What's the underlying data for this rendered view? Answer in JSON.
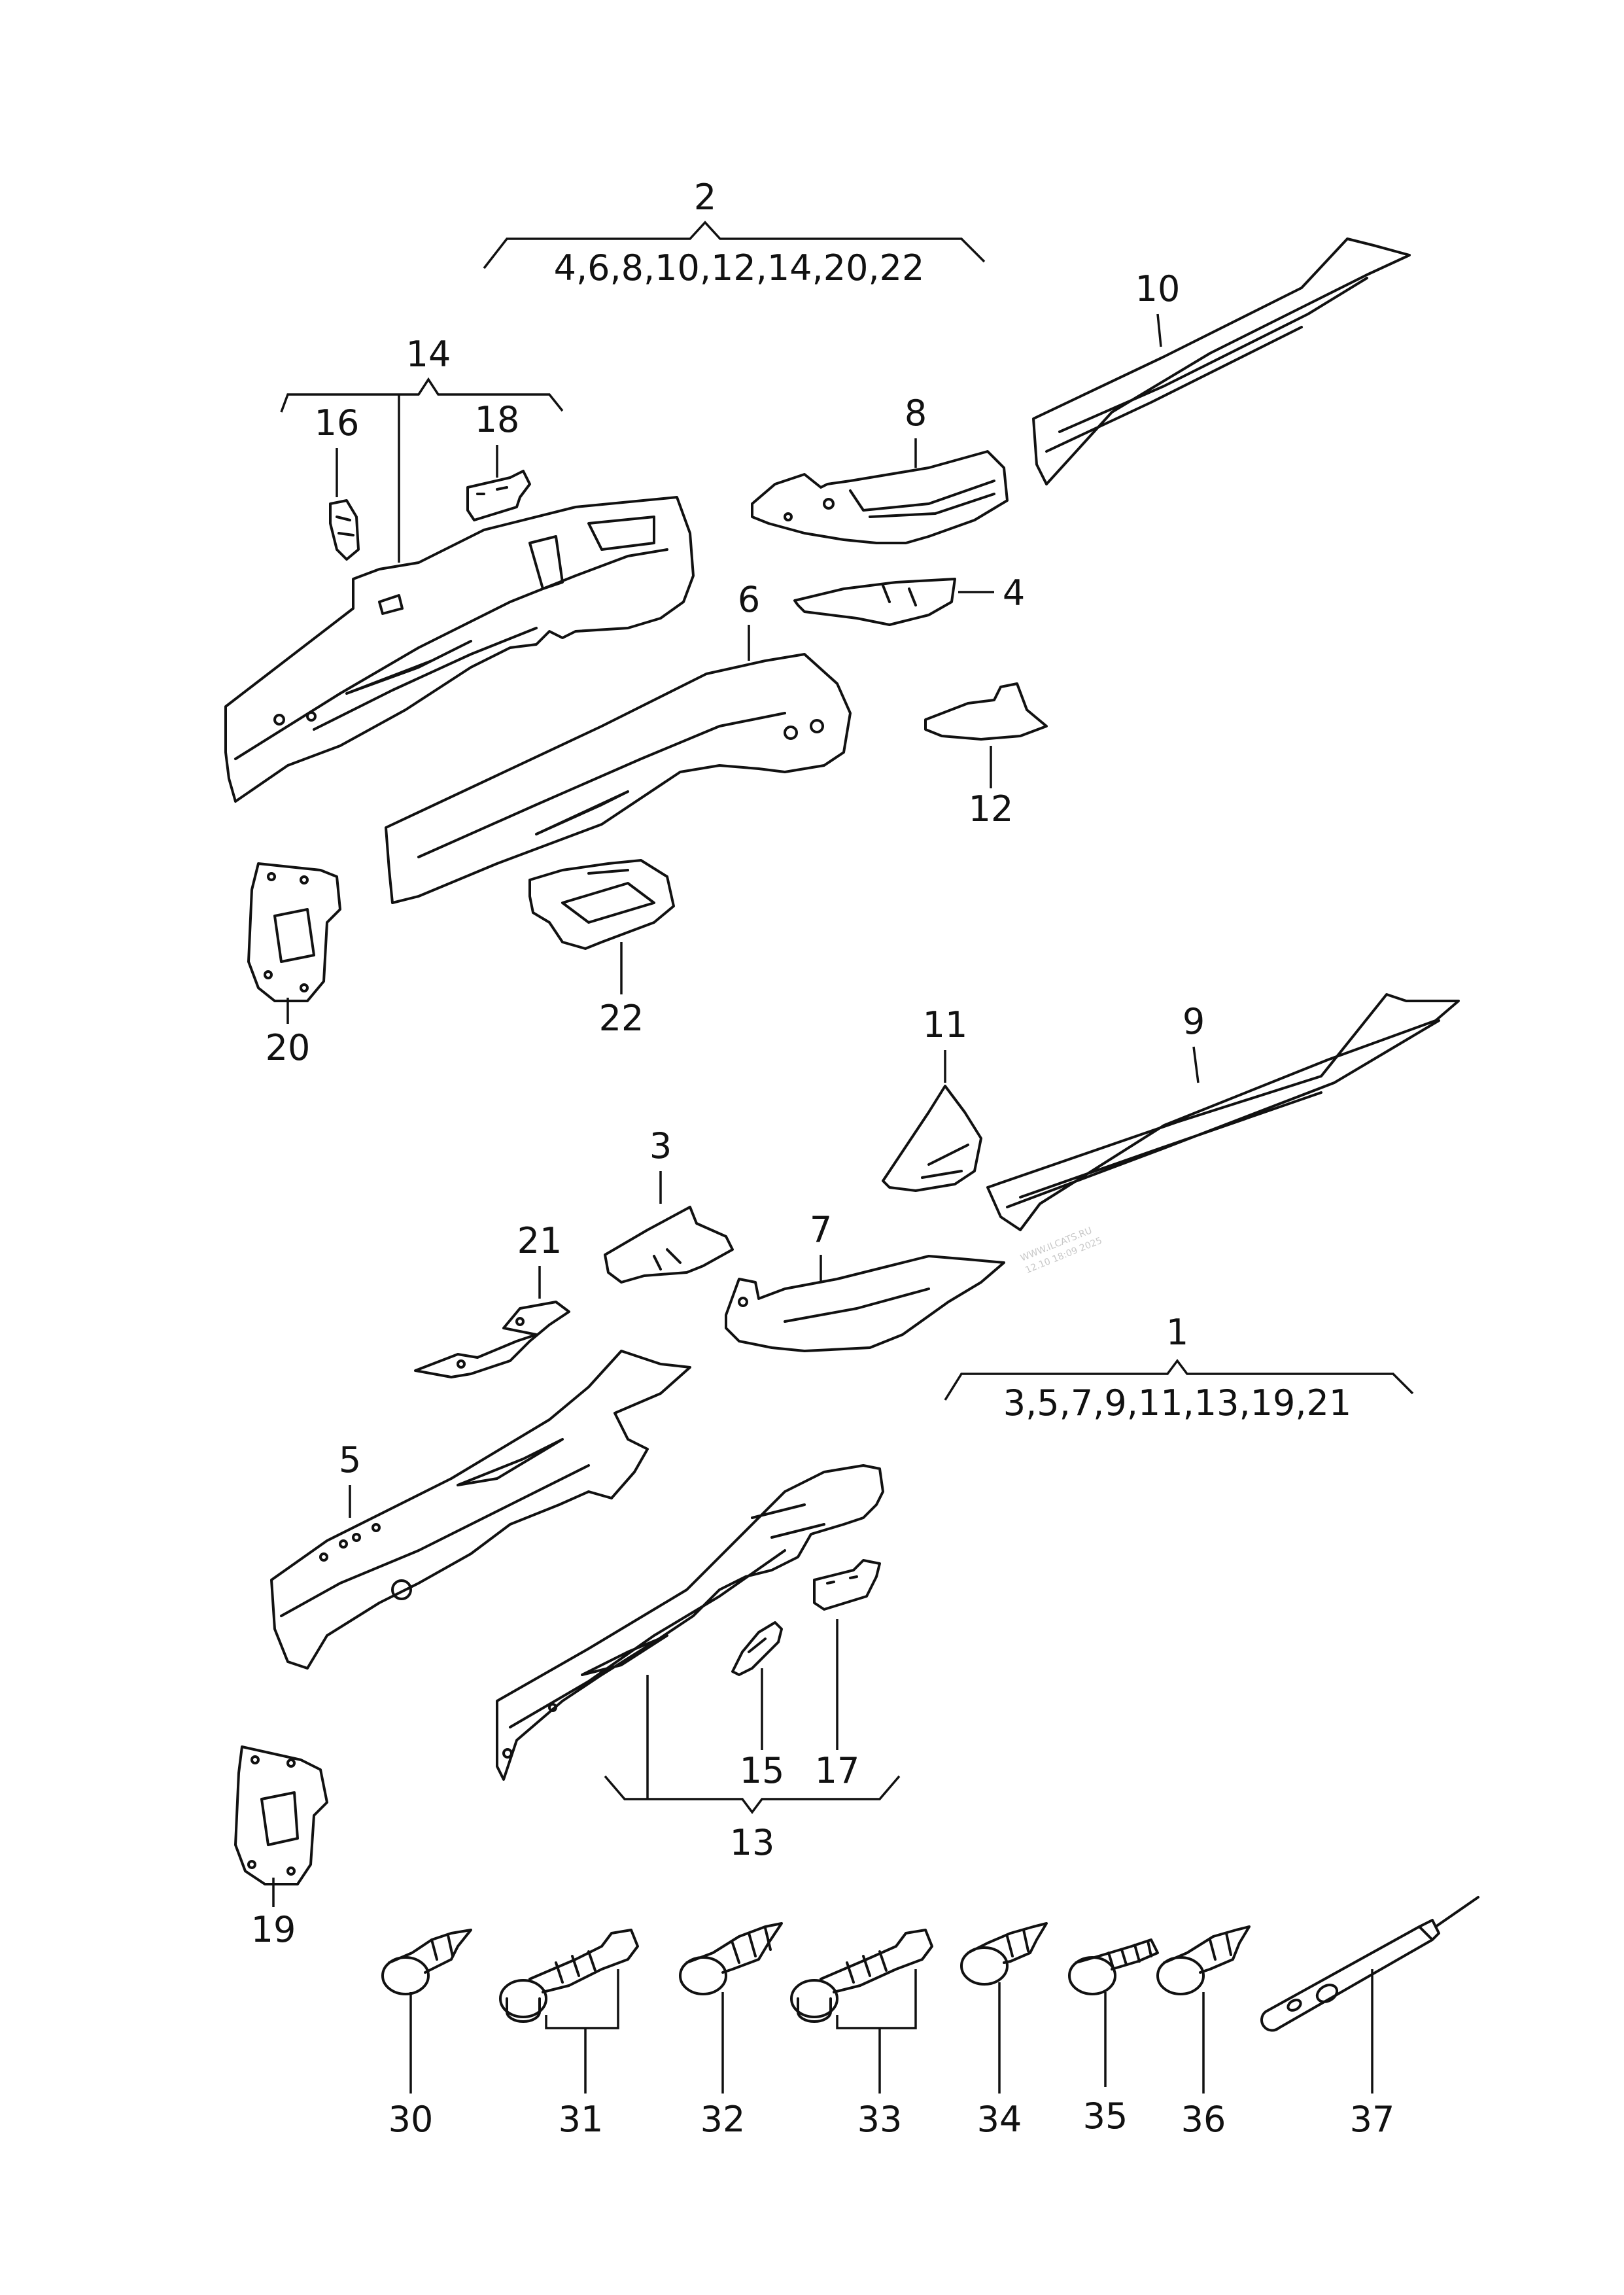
{
  "groups": {
    "g2": {
      "number": "2",
      "members": "4,6,8,10,12,14,20,22"
    },
    "g14": {
      "number": "14"
    },
    "g1": {
      "number": "1",
      "members": "3,5,7,9,11,13,19,21"
    },
    "g13": {
      "number": "13"
    }
  },
  "callouts": {
    "p3": "3",
    "p4": "4",
    "p5": "5",
    "p6": "6",
    "p7": "7",
    "p8": "8",
    "p9": "9",
    "p10": "10",
    "p11": "11",
    "p12": "12",
    "p15": "15",
    "p16": "16",
    "p17": "17",
    "p18": "18",
    "p19": "19",
    "p20": "20",
    "p21": "21",
    "p22": "22",
    "p30": "30",
    "p31": "31",
    "p32": "32",
    "p33": "33",
    "p34": "34",
    "p35": "35",
    "p36": "36",
    "p37": "37"
  },
  "watermark": {
    "line1": "WWW.ILCATS.RU",
    "line2": "12.10 18:09 2025"
  }
}
